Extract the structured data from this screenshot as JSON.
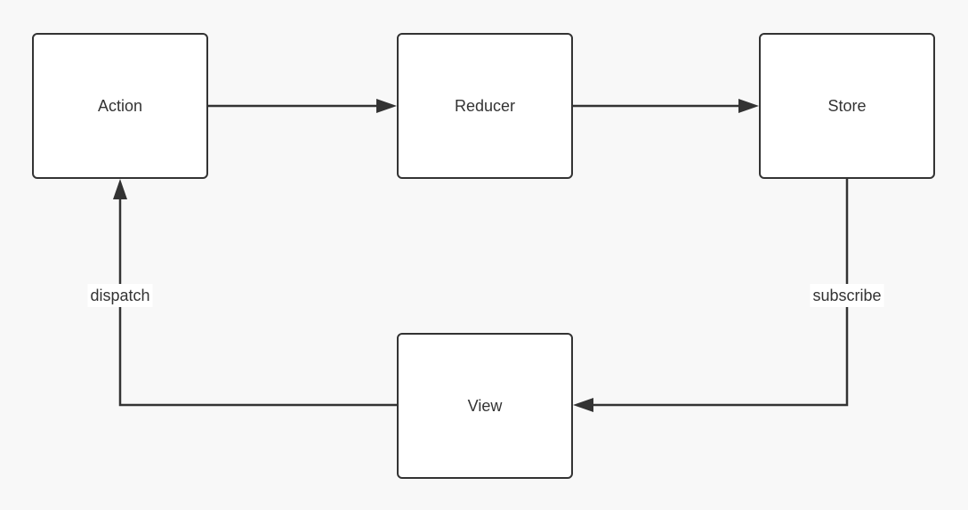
{
  "diagram": {
    "type": "flowchart",
    "nodes": [
      {
        "id": "action",
        "label": "Action"
      },
      {
        "id": "reducer",
        "label": "Reducer"
      },
      {
        "id": "store",
        "label": "Store"
      },
      {
        "id": "view",
        "label": "View"
      }
    ],
    "edges": [
      {
        "from": "action",
        "to": "reducer",
        "label": ""
      },
      {
        "from": "reducer",
        "to": "store",
        "label": ""
      },
      {
        "from": "store",
        "to": "view",
        "label": "subscribe"
      },
      {
        "from": "view",
        "to": "action",
        "label": "dispatch"
      }
    ],
    "colors": {
      "background": "#f8f8f8",
      "stroke": "#333333",
      "node_fill": "#ffffff"
    }
  }
}
